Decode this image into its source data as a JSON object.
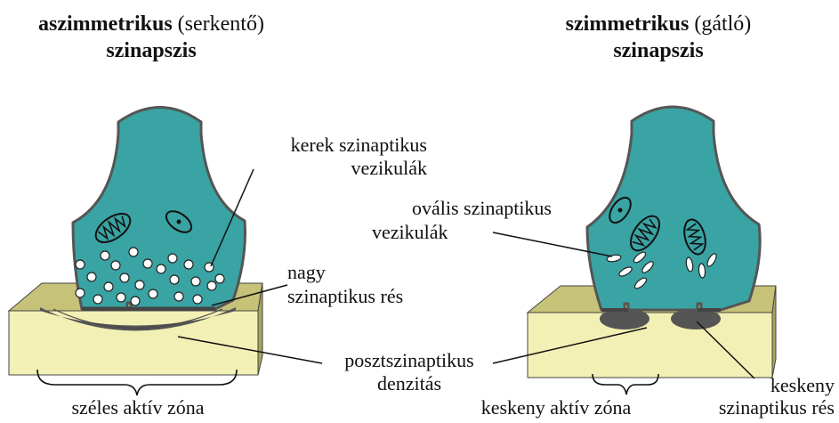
{
  "left": {
    "title_bold": "aszimmetrikus",
    "title_rest": "(serkentő)",
    "title_line2": "szinapszis",
    "label_round_vesicles": [
      "kerek szinaptikus",
      "vezikulák"
    ],
    "label_large_cleft": [
      "nagy",
      "szinaptikus rés"
    ],
    "label_bottom": "széles aktív zóna"
  },
  "right": {
    "title_bold": "szimmetrikus",
    "title_rest": "(gátló)",
    "title_line2": "szinapszis",
    "label_oval_vesicles": [
      "ovális szinaptikus",
      "vezikulák"
    ],
    "label_bottom": "keskeny aktív zóna",
    "label_narrow_cleft": [
      "keskeny",
      "szinaptikus rés"
    ]
  },
  "label_postsynaptic": [
    "posztszinaptikus",
    "denzitás"
  ],
  "colors": {
    "terminal_fill": "#3aa3a3",
    "terminal_outline": "#555555",
    "postsynaptic_tissue": "#f2f0b4",
    "tissue_top": "#c6c278",
    "density": "#555555"
  }
}
